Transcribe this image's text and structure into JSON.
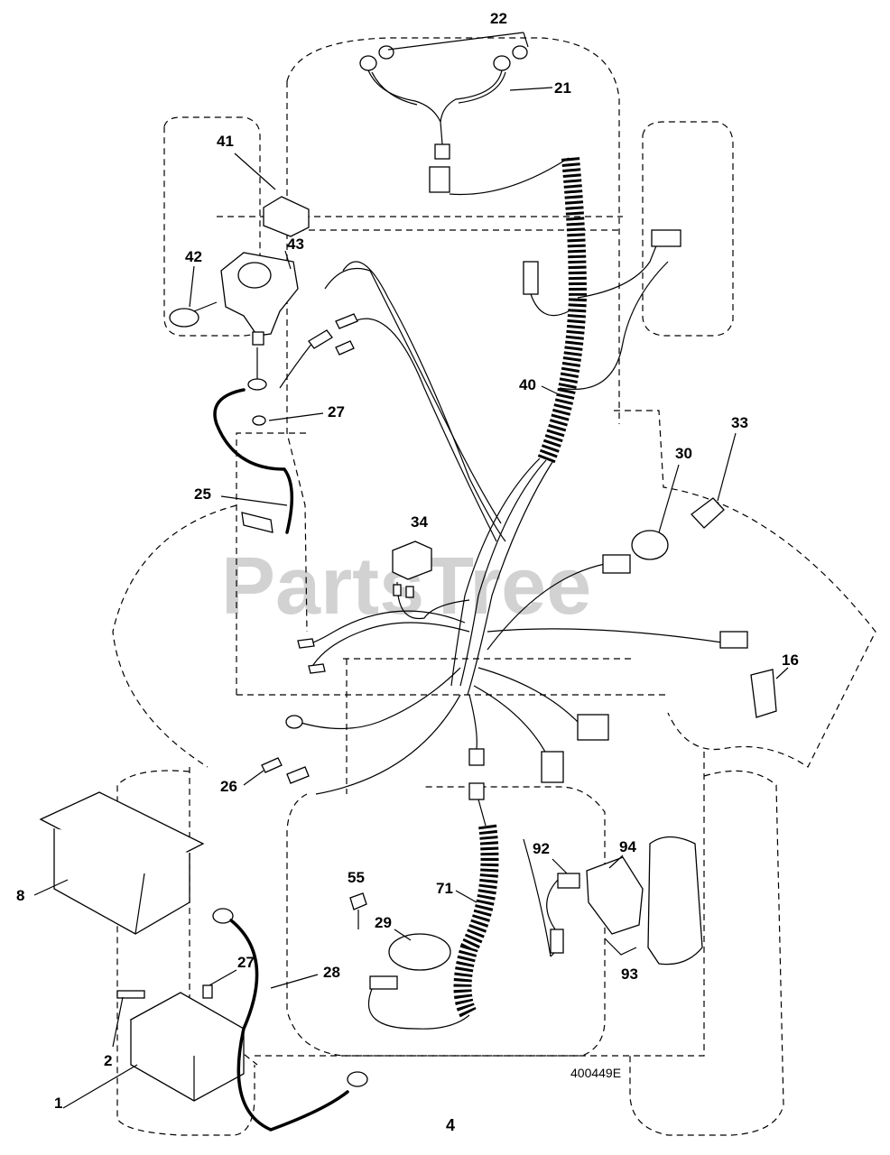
{
  "watermark": "PartsTree",
  "drawing_code": "400449E",
  "figure_number": "4",
  "callouts": {
    "c22": "22",
    "c21": "21",
    "c41": "41",
    "c43": "43",
    "c42": "42",
    "c27a": "27",
    "c40": "40",
    "c33": "33",
    "c30": "30",
    "c25": "25",
    "c34": "34",
    "c16": "16",
    "c26": "26",
    "c8": "8",
    "c55": "55",
    "c71": "71",
    "c92": "92",
    "c94": "94",
    "c28": "28",
    "c27b": "27",
    "c29": "29",
    "c93": "93",
    "c2": "2",
    "c1": "1"
  },
  "colors": {
    "line": "#000000",
    "watermark": "#d2d2d2",
    "background": "#ffffff"
  }
}
